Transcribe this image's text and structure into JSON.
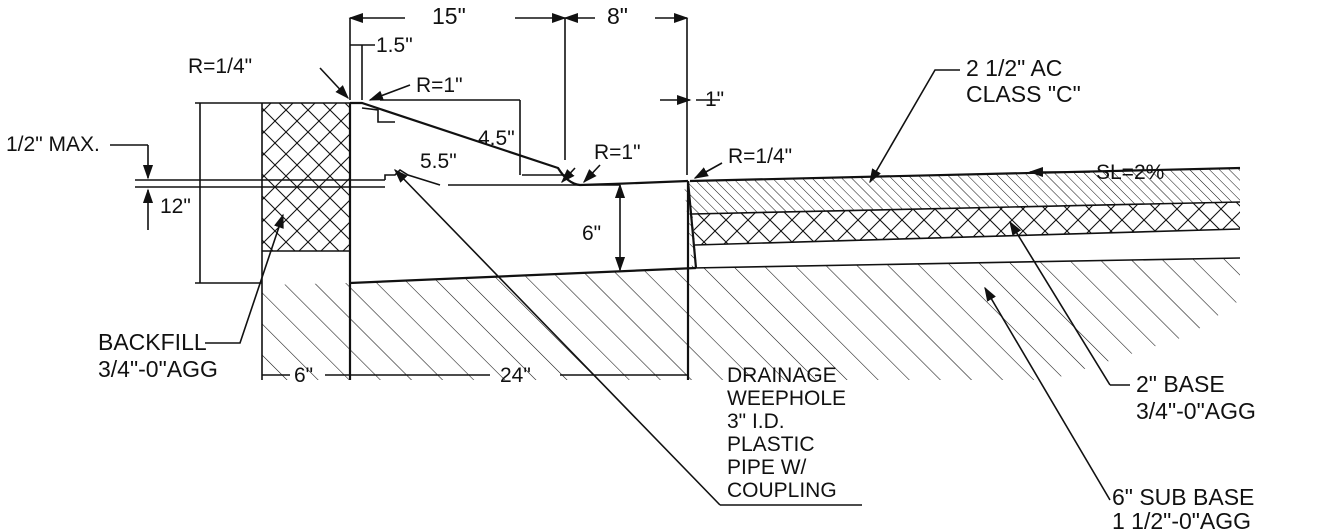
{
  "labels": {
    "dim_15": "15\"",
    "dim_8": "8\"",
    "dim_1_5": "1.5\"",
    "r_quarter_left": "R=1/4\"",
    "r_one_top": "R=1\"",
    "r_one_mid": "R=1\"",
    "r_quarter_right": "R=1/4\"",
    "dim_1": "1\"",
    "dim_4_5": "4.5\"",
    "dim_5_5": "5.5\"",
    "half_max": "1/2\" MAX.",
    "dim_12": "12\"",
    "dim_6_curb": "6\"",
    "dim_6_bottom": "6\"",
    "dim_24": "24\"",
    "ac_line1": "2 1/2\" AC",
    "ac_line2": "CLASS \"C\"",
    "slope": "SL=2%",
    "backfill_line1": "BACKFILL",
    "backfill_line2": "3/4\"-0\"AGG",
    "drain_1": "DRAINAGE",
    "drain_2": "WEEPHOLE",
    "drain_3": "3\" I.D.",
    "drain_4": "PLASTIC",
    "drain_5": "PIPE W/",
    "drain_6": "COUPLING",
    "base_line1": "2\" BASE",
    "base_line2": "3/4\"-0\"AGG",
    "subbase_line1": "6\" SUB BASE",
    "subbase_line2": "1 1/2\"-0\"AGG"
  },
  "colors": {
    "ink": "#111111",
    "paper": "#ffffff"
  }
}
